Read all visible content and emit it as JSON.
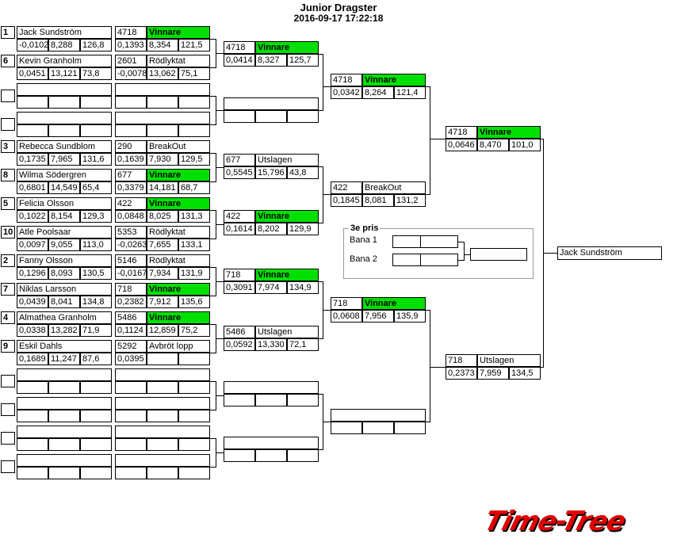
{
  "title": "Junior Dragster",
  "timestamp": "2016-09-17 17:22:18",
  "heats": [
    {
      "a": {
        "seed": "1",
        "name": "Jack Sundström",
        "rt": "-0,0102",
        "et": "8,288",
        "spd": "126,8",
        "num": "4718",
        "status": "Vinnare",
        "rt2": "0,1393",
        "et2": "8,354",
        "spd2": "121,5"
      },
      "b": {
        "seed": "6",
        "name": "Kevin Granholm",
        "rt": "0,0451",
        "et": "13,121",
        "spd": "73,8",
        "num": "2601",
        "status": "Rödlyktat",
        "rt2": "-0,0078",
        "et2": "13,062",
        "spd2": "75,1"
      }
    },
    {
      "a": {
        "seed": "3",
        "name": "Rebecca Sundblom",
        "rt": "0,1735",
        "et": "7,965",
        "spd": "131,6",
        "num": "290",
        "status": "BreakOut",
        "rt2": "0,1639",
        "et2": "7,930",
        "spd2": "129,5"
      },
      "b": {
        "seed": "8",
        "name": "Wilma Södergren",
        "rt": "0,6801",
        "et": "14,549",
        "spd": "65,4",
        "num": "677",
        "status": "Vinnare",
        "rt2": "0,3379",
        "et2": "14,181",
        "spd2": "68,7"
      }
    },
    {
      "a": {
        "seed": "5",
        "name": "Felicia Olsson",
        "rt": "0,1022",
        "et": "8,154",
        "spd": "129,3",
        "num": "422",
        "status": "Vinnare",
        "rt2": "0,0848",
        "et2": "8,025",
        "spd2": "131,3"
      },
      "b": {
        "seed": "10",
        "name": "Atle Poolsaar",
        "rt": "0,0097",
        "et": "9,055",
        "spd": "113,0",
        "num": "5353",
        "status": "Rödlyktat",
        "rt2": "-0,0263",
        "et2": "7,655",
        "spd2": "133,1"
      }
    },
    {
      "a": {
        "seed": "2",
        "name": "Fanny Olsson",
        "rt": "0,1296",
        "et": "8,093",
        "spd": "130,5",
        "num": "5146",
        "status": "Rödlyktat",
        "rt2": "-0,0167",
        "et2": "7,934",
        "spd2": "131,9"
      },
      "b": {
        "seed": "7",
        "name": "Niklas Larsson",
        "rt": "0,0439",
        "et": "8,041",
        "spd": "134,8",
        "num": "718",
        "status": "Vinnare",
        "rt2": "0,2382",
        "et2": "7,912",
        "spd2": "135,6"
      }
    },
    {
      "a": {
        "seed": "4",
        "name": "Almathea Granholm",
        "rt": "0,0338",
        "et": "13,282",
        "spd": "71,9",
        "num": "5486",
        "status": "Vinnare",
        "rt2": "0,1124",
        "et2": "12,859",
        "spd2": "75,2"
      },
      "b": {
        "seed": "9",
        "name": "Eskil Dahls",
        "rt": "0,1689",
        "et": "11,247",
        "spd": "87,6",
        "num": "5292",
        "status": "Avbröt lopp",
        "rt2": "0,0395",
        "et2": "",
        "spd2": ""
      }
    }
  ],
  "round2": [
    {
      "num": "4718",
      "status": "Vinnare",
      "rt": "0,0414",
      "et": "8,327",
      "spd": "125,7"
    },
    {
      "num": "677",
      "status": "Utslagen",
      "rt": "0,5545",
      "et": "15,796",
      "spd": "43,8"
    },
    {
      "num": "422",
      "status": "Vinnare",
      "rt": "0,1614",
      "et": "8,202",
      "spd": "129,9"
    },
    {
      "num": "718",
      "status": "Vinnare",
      "rt": "0,3091",
      "et": "7,974",
      "spd": "134,9"
    },
    {
      "num": "5486",
      "status": "Utslagen",
      "rt": "0,0592",
      "et": "13,330",
      "spd": "72,1"
    }
  ],
  "round3": [
    {
      "num": "4718",
      "status": "Vinnare",
      "rt": "0,0342",
      "et": "8,264",
      "spd": "121,4"
    },
    {
      "num": "422",
      "status": "BreakOut",
      "rt": "0,1845",
      "et": "8,081",
      "spd": "131,2"
    },
    {
      "num": "718",
      "status": "Vinnare",
      "rt": "0,0608",
      "et": "7,956",
      "spd": "135,9"
    }
  ],
  "semis": [
    {
      "num": "4718",
      "status": "Vinnare",
      "rt": "0,0646",
      "et": "8,470",
      "spd": "101,0"
    },
    {
      "num": "718",
      "status": "Utslagen",
      "rt": "0,2373",
      "et": "7,959",
      "spd": "134,5"
    }
  ],
  "winner": "Jack Sundström",
  "third": {
    "title": "3e pris",
    "lane1": "Bana 1",
    "lane2": "Bana 2"
  },
  "logo": "Time-Tree",
  "colors": {
    "win": "#00e000",
    "logo": "#e00000"
  }
}
